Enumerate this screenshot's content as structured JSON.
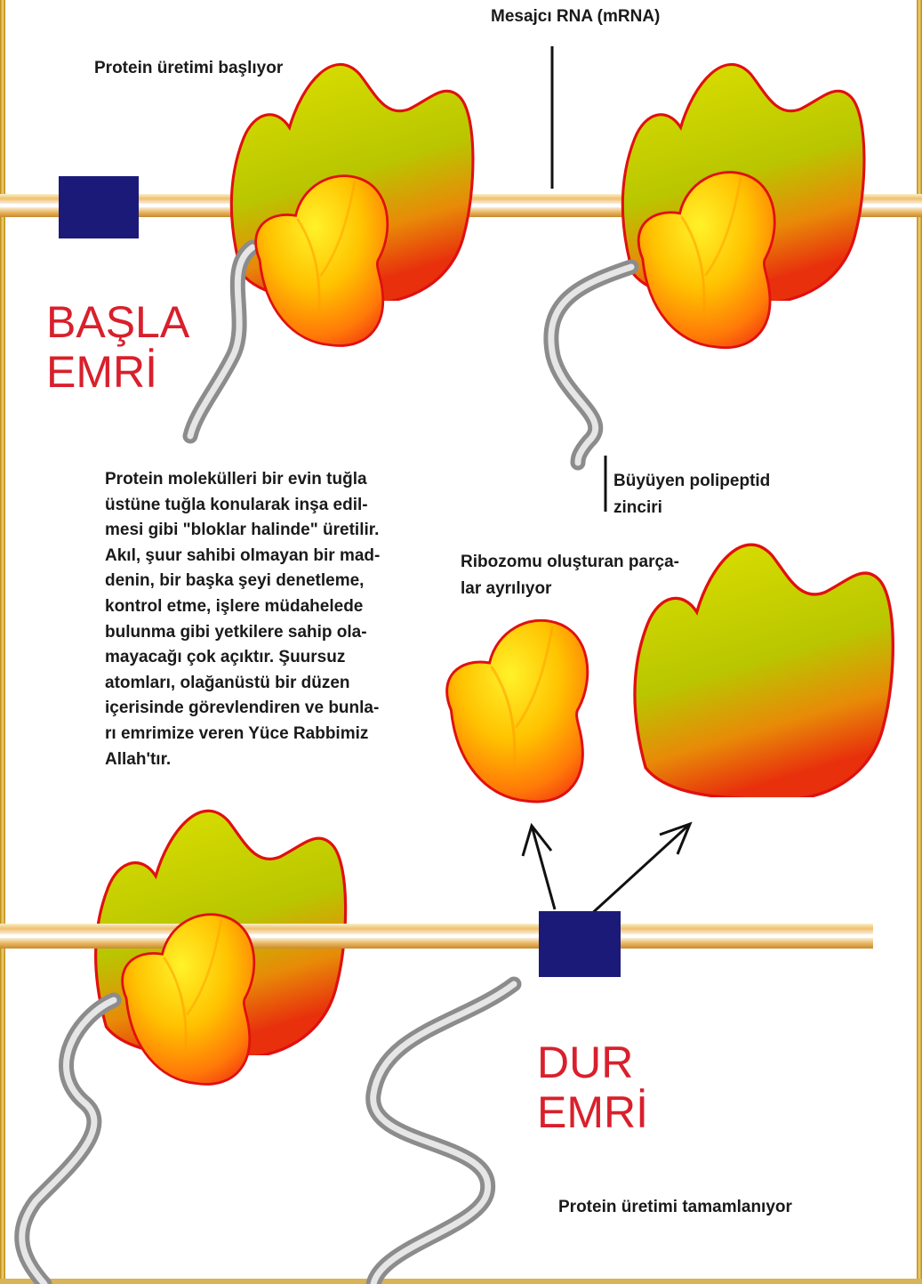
{
  "labels": {
    "mrna": "Mesajcı RNA (mRNA)",
    "start_production": "Protein üretimi başlıyor",
    "growing_chain": [
      "Büyüyen polipeptid",
      "zinciri"
    ],
    "ribosome_separates": [
      "Ribozomu oluşturan parça-",
      "lar ayrılıyor"
    ],
    "end_production": "Protein üretimi tamamlanıyor"
  },
  "commands": {
    "start": [
      "BAŞLA",
      "EMRİ"
    ],
    "stop": [
      "DUR",
      "EMRİ"
    ]
  },
  "body_text": [
    "Protein molekülleri bir evin tuğla",
    "üstüne tuğla konularak inşa edil-",
    "mesi gibi \"bloklar halinde\" üretilir.",
    "Akıl, şuur sahibi olmayan bir mad-",
    "denin, bir başka şeyi denetleme,",
    "kontrol etme, işlere müdahelede",
    "bulunma gibi yetkilere sahip ola-",
    "mayacağı çok açıktır. Şuursuz",
    "atomları, olağanüstü bir düzen",
    "içerisinde görevlendiren ve bunla-",
    "rı emrimize veren Yüce Rabbimiz",
    "Allah'tır."
  ],
  "colors": {
    "command_red": "#d8202c",
    "codon_blue": "#1c1a78",
    "mrna_strand": "#e8b860",
    "large_subunit": "#b8c400",
    "small_subunit": "#ffc400",
    "subunit_edge": "#e01010"
  }
}
